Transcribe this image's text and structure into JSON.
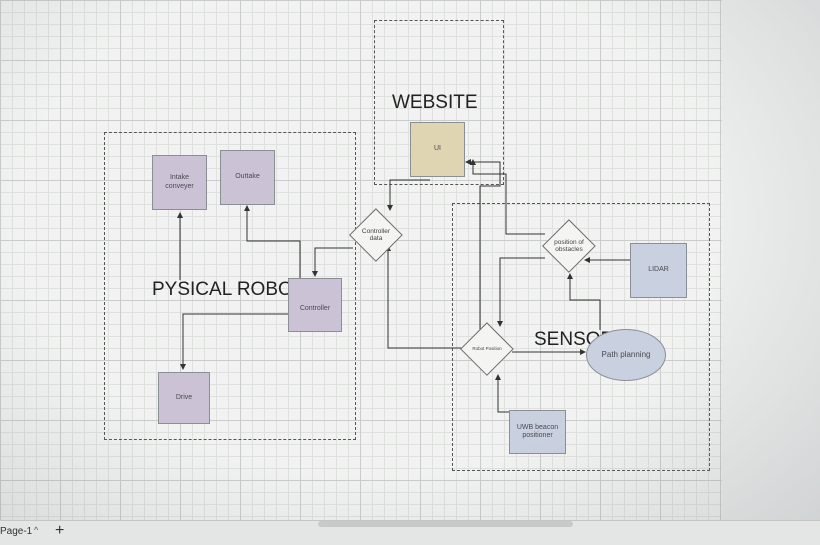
{
  "diagram": {
    "groups": {
      "website": "WEBSITE",
      "robot": "PYSICAL ROBOT",
      "sensor": "SENSOR"
    },
    "nodes": {
      "intake": "Intake conveyer",
      "outtake": "Outtake",
      "controller": "Controller",
      "drive": "Drive",
      "ui": "UI",
      "controller_data": "Controller data",
      "position_obstacles": "position of obstacles",
      "lidar": "LIDAR",
      "robot_position": "Robot Position",
      "path_planning": "Path planning",
      "uwb": "UWB beacon positioner"
    }
  },
  "footer": {
    "page_tab": "Page-1",
    "page_chevron": "^",
    "add_page": "+"
  },
  "colors": {
    "robot_nodes": "#cbc2d6",
    "sensor_nodes": "#c9d0e0",
    "ui_node": "#dfd5b3"
  }
}
